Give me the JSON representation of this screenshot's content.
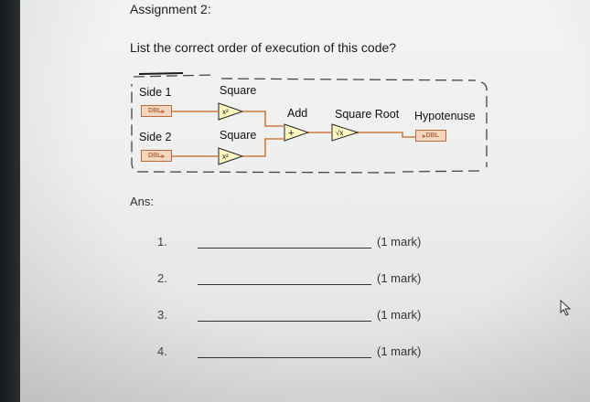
{
  "header": {
    "title": "Assignment 2:"
  },
  "question": {
    "text": "List the correct order of execution of this code?"
  },
  "diagram": {
    "side1_label": "Side 1",
    "side2_label": "Side 2",
    "square1_label": "Square",
    "square2_label": "Square",
    "add_label": "Add",
    "sqrt_label": "Square Root",
    "hypotenuse_label": "Hypotenuse",
    "control_type": "DBL",
    "indicator_type": "DBL"
  },
  "answer": {
    "label": "Ans:",
    "items": [
      {
        "num": "1.",
        "mark": "(1 mark)"
      },
      {
        "num": "2.",
        "mark": "(1 mark)"
      },
      {
        "num": "3.",
        "mark": "(1 mark)"
      },
      {
        "num": "4.",
        "mark": "(1 mark)"
      }
    ]
  }
}
